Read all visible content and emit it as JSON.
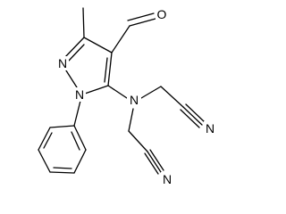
{
  "structure": {
    "atoms": {
      "o_aldehyde": "O",
      "n_ring_2": "N",
      "n_ring_1": "N",
      "n_amine": "N",
      "n_nitrile_upper": "N",
      "n_nitrile_lower": "N"
    },
    "colors": {
      "ink": "#000000",
      "background": "#ffffff"
    }
  }
}
